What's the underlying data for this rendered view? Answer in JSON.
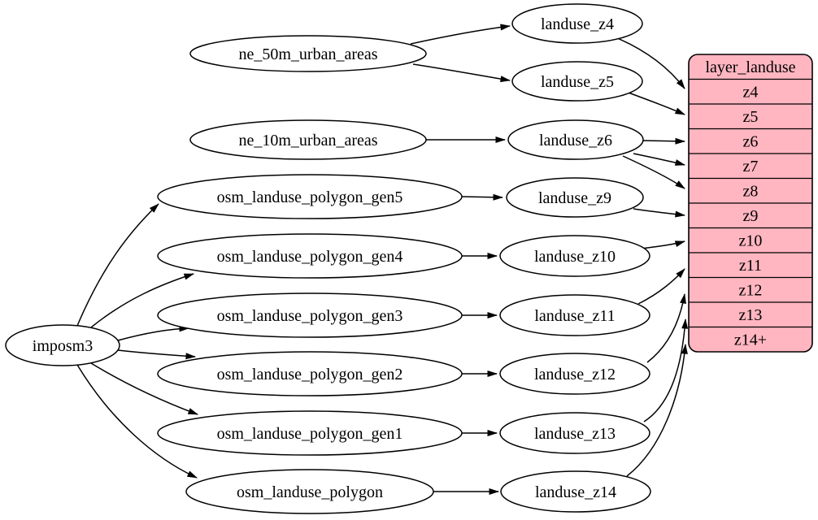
{
  "diagram": {
    "type": "graphviz-digraph",
    "background_color": "#ffffff",
    "node_fill_color": "#ffffff",
    "edge_color": "#000000",
    "nodes": {
      "imposm3": "imposm3",
      "ne_50m_urban_areas": "ne_50m_urban_areas",
      "ne_10m_urban_areas": "ne_10m_urban_areas",
      "osm_landuse_polygon_gen5": "osm_landuse_polygon_gen5",
      "osm_landuse_polygon_gen4": "osm_landuse_polygon_gen4",
      "osm_landuse_polygon_gen3": "osm_landuse_polygon_gen3",
      "osm_landuse_polygon_gen2": "osm_landuse_polygon_gen2",
      "osm_landuse_polygon_gen1": "osm_landuse_polygon_gen1",
      "osm_landuse_polygon": "osm_landuse_polygon",
      "landuse_z4": "landuse_z4",
      "landuse_z5": "landuse_z5",
      "landuse_z6": "landuse_z6",
      "landuse_z9": "landuse_z9",
      "landuse_z10": "landuse_z10",
      "landuse_z11": "landuse_z11",
      "landuse_z12": "landuse_z12",
      "landuse_z13": "landuse_z13",
      "landuse_z14": "landuse_z14"
    },
    "table": {
      "title": "layer_landuse",
      "rows": [
        "z4",
        "z5",
        "z6",
        "z7",
        "z8",
        "z9",
        "z10",
        "z11",
        "z12",
        "z13",
        "z14+"
      ],
      "fill_color": "#ffb6c1",
      "border_color": "#000000"
    },
    "edges": [
      {
        "from": "ne_50m_urban_areas",
        "to": "landuse_z4"
      },
      {
        "from": "ne_50m_urban_areas",
        "to": "landuse_z5"
      },
      {
        "from": "ne_10m_urban_areas",
        "to": "landuse_z6"
      },
      {
        "from": "imposm3",
        "to": "osm_landuse_polygon_gen5"
      },
      {
        "from": "imposm3",
        "to": "osm_landuse_polygon_gen4"
      },
      {
        "from": "imposm3",
        "to": "osm_landuse_polygon_gen3"
      },
      {
        "from": "imposm3",
        "to": "osm_landuse_polygon_gen2"
      },
      {
        "from": "imposm3",
        "to": "osm_landuse_polygon_gen1"
      },
      {
        "from": "imposm3",
        "to": "osm_landuse_polygon"
      },
      {
        "from": "osm_landuse_polygon_gen5",
        "to": "landuse_z9"
      },
      {
        "from": "osm_landuse_polygon_gen4",
        "to": "landuse_z10"
      },
      {
        "from": "osm_landuse_polygon_gen3",
        "to": "landuse_z11"
      },
      {
        "from": "osm_landuse_polygon_gen2",
        "to": "landuse_z12"
      },
      {
        "from": "osm_landuse_polygon_gen1",
        "to": "landuse_z13"
      },
      {
        "from": "osm_landuse_polygon",
        "to": "landuse_z14"
      },
      {
        "from": "landuse_z4",
        "to": "layer_landuse:z4"
      },
      {
        "from": "landuse_z5",
        "to": "layer_landuse:z5"
      },
      {
        "from": "landuse_z6",
        "to": "layer_landuse:z6"
      },
      {
        "from": "landuse_z6",
        "to": "layer_landuse:z7"
      },
      {
        "from": "landuse_z6",
        "to": "layer_landuse:z8"
      },
      {
        "from": "landuse_z9",
        "to": "layer_landuse:z9"
      },
      {
        "from": "landuse_z10",
        "to": "layer_landuse:z10"
      },
      {
        "from": "landuse_z11",
        "to": "layer_landuse:z11"
      },
      {
        "from": "landuse_z12",
        "to": "layer_landuse:z12"
      },
      {
        "from": "landuse_z13",
        "to": "layer_landuse:z13"
      },
      {
        "from": "landuse_z14",
        "to": "layer_landuse:z14+"
      }
    ]
  }
}
